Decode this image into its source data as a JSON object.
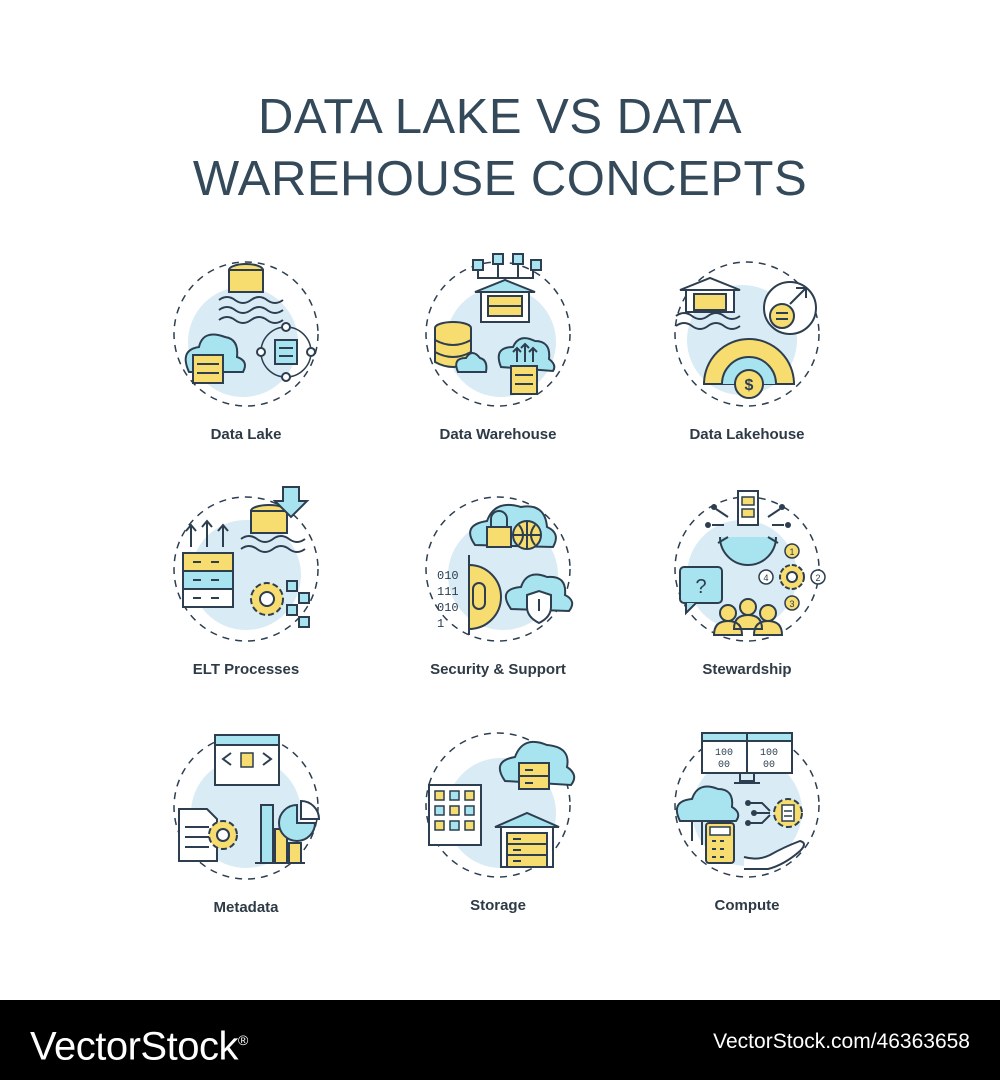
{
  "title": {
    "line1": "DATA LAKE VS DATA",
    "line2": "WAREHOUSE CONCEPTS"
  },
  "icons": [
    {
      "label": "Data Lake",
      "icon": "data-lake-icon"
    },
    {
      "label": "Data Warehouse",
      "icon": "data-warehouse-icon"
    },
    {
      "label": "Data Lakehouse",
      "icon": "data-lakehouse-icon"
    },
    {
      "label": "ELT Processes",
      "icon": "elt-processes-icon"
    },
    {
      "label": "Security & Support",
      "icon": "security-support-icon"
    },
    {
      "label": "Stewardship",
      "icon": "stewardship-icon"
    },
    {
      "label": "Metadata",
      "icon": "metadata-icon"
    },
    {
      "label": "Storage",
      "icon": "storage-icon"
    },
    {
      "label": "Compute",
      "icon": "compute-icon"
    }
  ],
  "colors": {
    "yellow": "#f7dc6f",
    "cyan": "#a8e4ef",
    "blue_bg": "#d9ebf4",
    "stroke": "#2c3e50"
  },
  "footer": {
    "brand": "VectorStock",
    "registered": "®",
    "image_id": "VectorStock.com/46363658"
  }
}
